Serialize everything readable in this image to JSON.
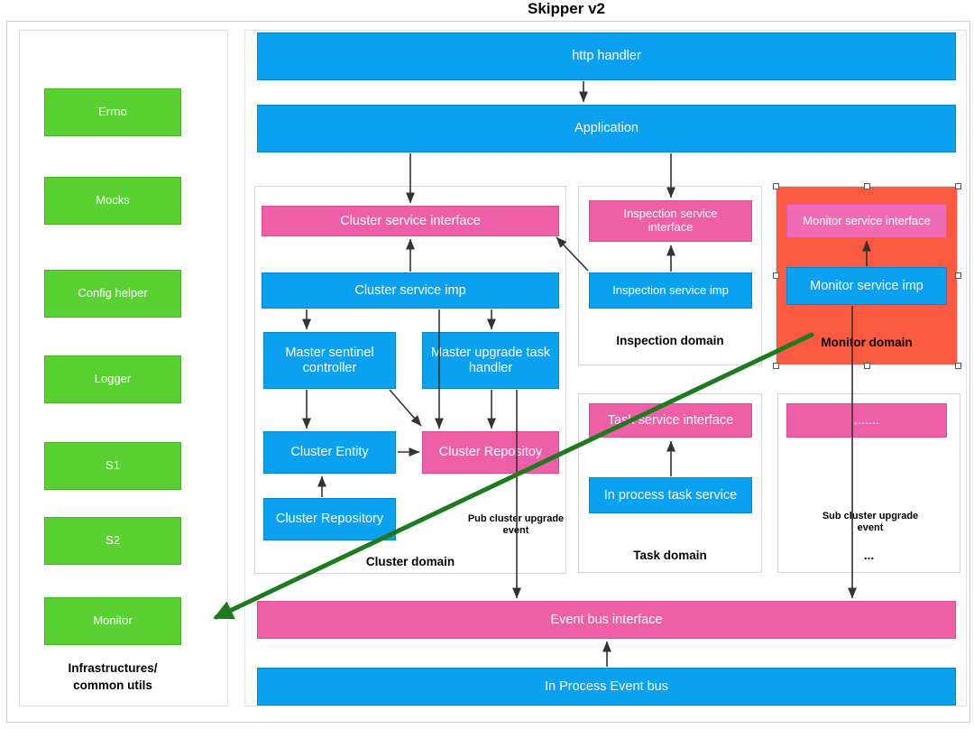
{
  "title": "Skipper v2",
  "colors": {
    "blue": "#0aa2f0",
    "pink": "#ef5fa7",
    "pink_light": "#f06ab4",
    "green": "#5ad133",
    "red_domain": "#fa5a40",
    "arrow_black": "#333333",
    "arrow_green": "#1e7a1e"
  },
  "sidebar": {
    "caption_line1": "Infrastructures/",
    "caption_line2": "common utils",
    "items": [
      {
        "label": "Errno"
      },
      {
        "label": "Mocks"
      },
      {
        "label": "Config helper"
      },
      {
        "label": "Logger"
      },
      {
        "label": "S1"
      },
      {
        "label": "S2"
      },
      {
        "label": "Monitor"
      }
    ]
  },
  "top_layers": [
    {
      "label": "http handler"
    },
    {
      "label": "Application"
    }
  ],
  "domains": {
    "cluster": {
      "caption": "Cluster domain",
      "nodes": {
        "service_interface": "Cluster service interface",
        "service_imp": "Cluster service imp",
        "master_sentinel_controller": "Master sentinel controller",
        "master_upgrade_task_handler": "Master upgrade task handler",
        "cluster_entity": "Cluster Entity",
        "cluster_repository_pink": "Cluster Repositoy",
        "cluster_repository_blue": "Cluster Repository"
      },
      "edge_label_line1": "Pub cluster upgrade",
      "edge_label_line2": "event"
    },
    "inspection": {
      "caption": "Inspection domain",
      "nodes": {
        "service_interface_line1": "Inspection service",
        "service_interface_line2": "interface",
        "service_imp": "Inspection service imp"
      }
    },
    "monitor": {
      "caption": "Monitor domain",
      "selected": true,
      "nodes": {
        "service_interface": "Monitor service interface",
        "service_imp": "Monitor service imp"
      }
    },
    "task": {
      "caption": "Task domain",
      "nodes": {
        "service_interface": "Task service interface",
        "in_process_task_service": "In process task service"
      }
    },
    "other": {
      "caption": "...",
      "nodes": {
        "placeholder": "......."
      },
      "edge_label_line1": "Sub cluster upgrade",
      "edge_label_line2": "event"
    }
  },
  "bottom_layers": [
    {
      "label": "Event bus interface"
    },
    {
      "label": "In Process Event bus"
    }
  ]
}
